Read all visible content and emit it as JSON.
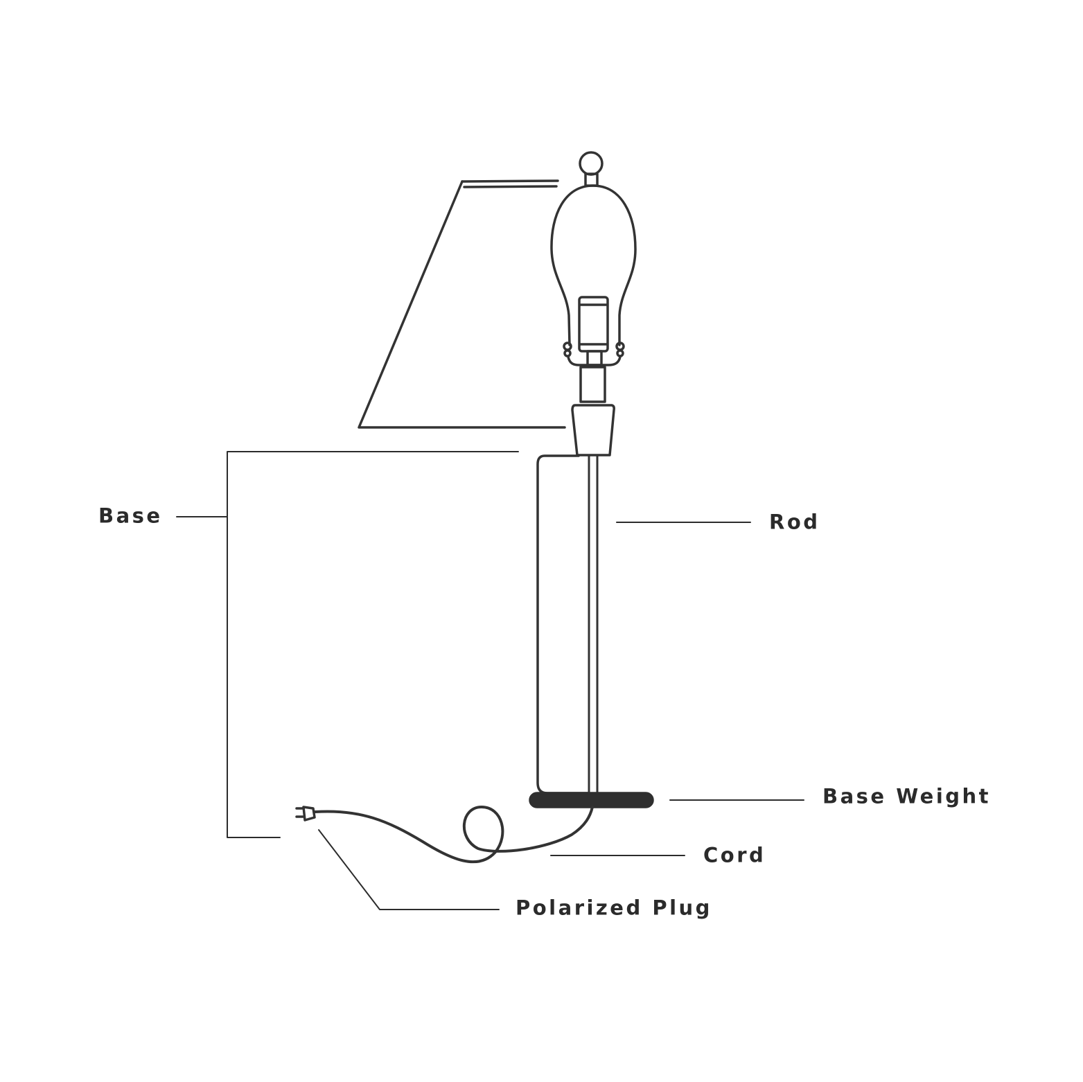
{
  "labels": {
    "base": "Base",
    "rod": "Rod",
    "base_weight": "Base Weight",
    "cord": "Cord",
    "polarized_plug": "Polarized Plug"
  },
  "colors": {
    "ink": "#333333",
    "leader": "#2b2b2b",
    "background": "#ffffff"
  }
}
